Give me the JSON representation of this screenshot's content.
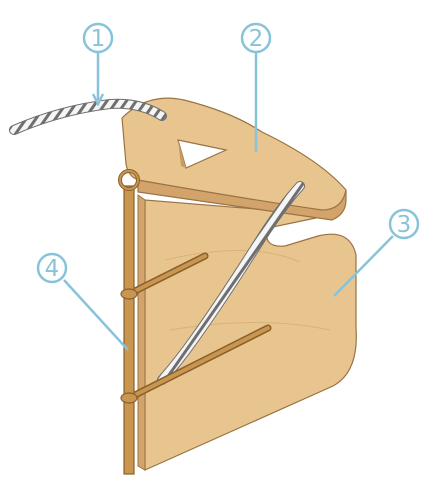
{
  "colors": {
    "wood_face": "#e8c48f",
    "wood_edge": "#d2a36a",
    "wood_outline": "#9a7344",
    "peg": "#c9964f",
    "peg_dark": "#8a5f2c",
    "rope_light": "#f5f5f5",
    "rope_dark": "#6f6f6f",
    "callout": "#88c4d9",
    "background": "#ffffff"
  },
  "callouts": [
    {
      "id": "1",
      "label": "1"
    },
    {
      "id": "2",
      "label": "2"
    },
    {
      "id": "3",
      "label": "3"
    },
    {
      "id": "4",
      "label": "4"
    }
  ]
}
